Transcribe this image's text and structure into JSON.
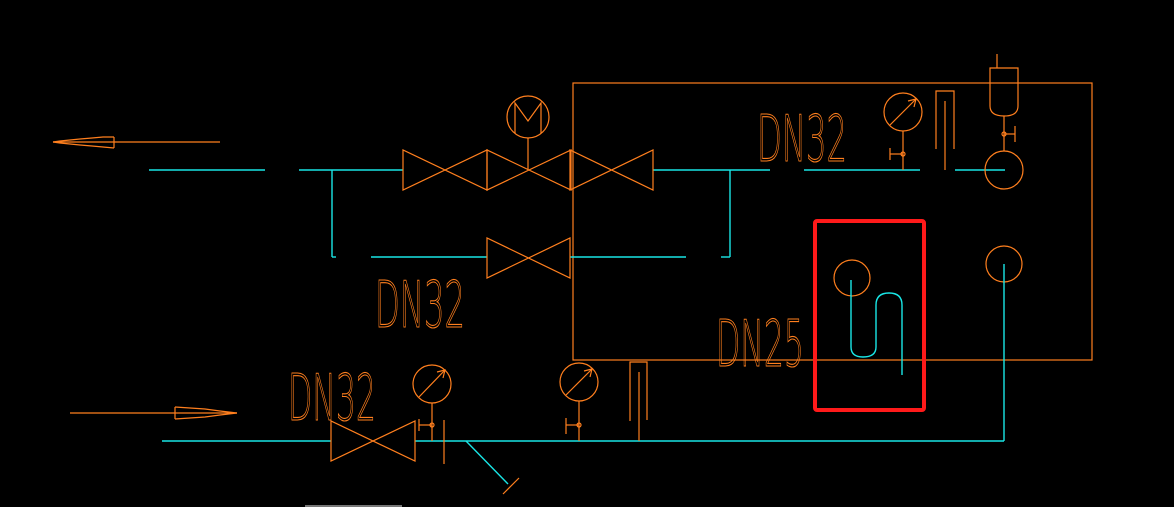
{
  "drawing": {
    "background": "#000000",
    "colors": {
      "equipment": "#ff7f1e",
      "pipe": "#19e6e6",
      "highlight": "#ff1a1a"
    },
    "labels": {
      "top_right_pipe": "DN32",
      "bypass_pipe": "DN32",
      "inlet_pipe": "DN32",
      "trap_pipe": "DN25"
    },
    "highlight": {
      "target": "steam trap loop (U-bend)"
    }
  }
}
